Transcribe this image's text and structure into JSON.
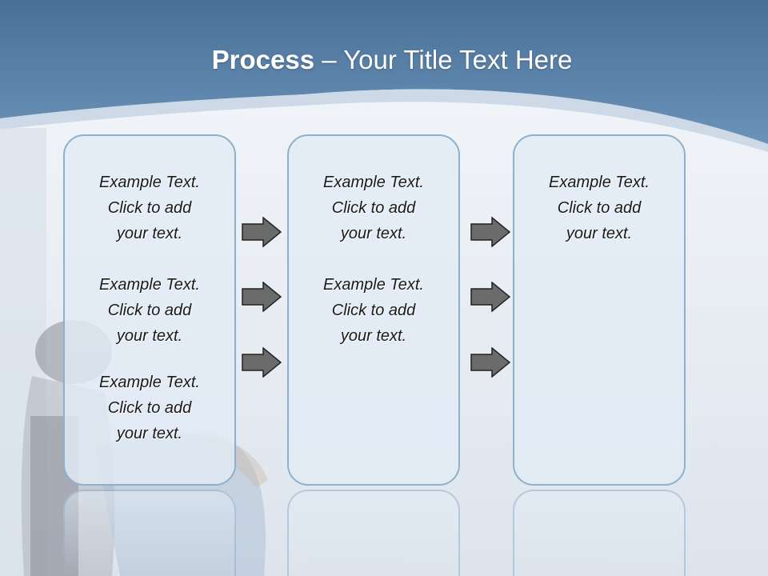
{
  "slide": {
    "title_bold": "Process",
    "title_rest": " – Your Title Text Here"
  },
  "columns": [
    {
      "blocks": [
        {
          "line1": "Example Text.",
          "line2": "Click  to add",
          "line3": "your text."
        },
        {
          "line1": "Example Text.",
          "line2": "Click  to add",
          "line3": "your text."
        },
        {
          "line1": "Example Text.",
          "line2": "Click  to add",
          "line3": "your text."
        }
      ]
    },
    {
      "blocks": [
        {
          "line1": "Example Text.",
          "line2": "Click  to add",
          "line3": "your text."
        },
        {
          "line1": "Example Text.",
          "line2": "Click  to add",
          "line3": "your text."
        }
      ]
    },
    {
      "blocks": [
        {
          "line1": "Example Text.",
          "line2": "Click  to add",
          "line3": "your text."
        }
      ]
    }
  ],
  "colors": {
    "header": "#5b84ab",
    "header_dark": "#3f6790",
    "box_border": "#8fb0cc",
    "arrow_fill": "#6b6b6b"
  },
  "icons": {
    "arrow": "right-arrow-icon"
  }
}
